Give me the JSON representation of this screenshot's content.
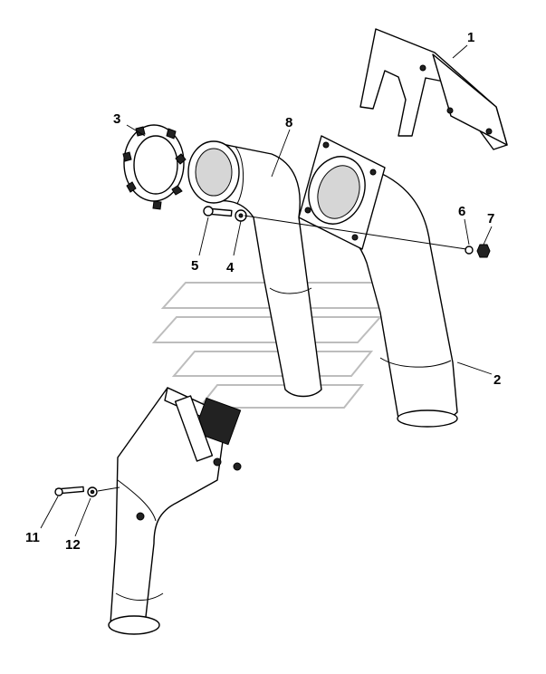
{
  "callouts": [
    {
      "id": "1",
      "label": "1"
    },
    {
      "id": "2",
      "label": "2"
    },
    {
      "id": "3",
      "label": "3"
    },
    {
      "id": "4",
      "label": "4"
    },
    {
      "id": "5",
      "label": "5"
    },
    {
      "id": "6",
      "label": "6"
    },
    {
      "id": "7",
      "label": "7"
    },
    {
      "id": "8",
      "label": "8"
    },
    {
      "id": "11",
      "label": "11"
    },
    {
      "id": "12",
      "label": "12"
    }
  ],
  "colors": {
    "line": "#000000",
    "background": "#ffffff",
    "watermark": "#bdbdbd"
  }
}
